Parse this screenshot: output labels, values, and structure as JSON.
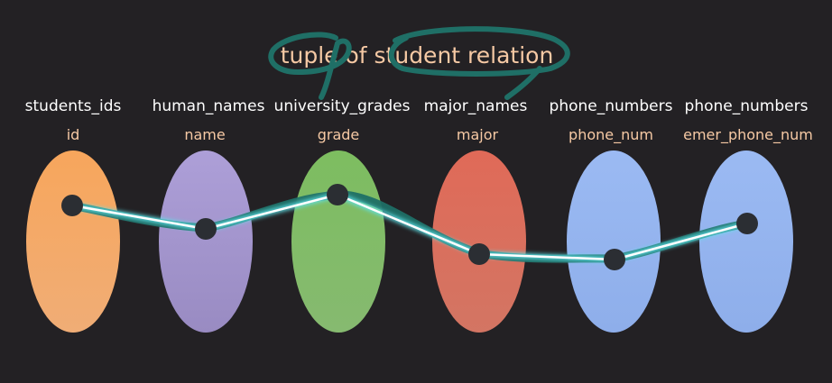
{
  "title": "tuple of student relation",
  "colors": {
    "background": "#232124",
    "title": "#f6c9a4",
    "domain_label": "#ffffff",
    "attribute_label": "#f6c9a4",
    "annotation": "#1f6f66",
    "tuple_line": "#ffffff",
    "tuple_glow": "#5fe3ea",
    "dot": "#2b2e33"
  },
  "columns": [
    {
      "domain": "students_ids",
      "attribute": "id",
      "color": "#f2a45e"
    },
    {
      "domain": "human_names",
      "attribute": "name",
      "color": "#a394cf"
    },
    {
      "domain": "university_grades",
      "attribute": "grade",
      "color": "#7cb663"
    },
    {
      "domain": "major_names",
      "attribute": "major",
      "color": "#db6b5c"
    },
    {
      "domain": "phone_numbers",
      "attribute": "phone_num",
      "color": "#95b4ee"
    },
    {
      "domain": "phone_numbers",
      "attribute": "emer_phone_num",
      "color": "#95b4ee"
    }
  ],
  "annotation_icons": [
    "circle-scribble-icon",
    "circle-scribble-icon"
  ]
}
